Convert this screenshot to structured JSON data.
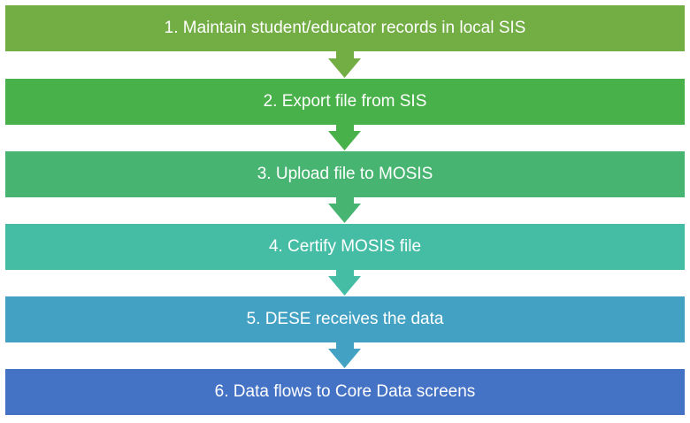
{
  "steps": [
    {
      "label": "1. Maintain student/educator records in local SIS",
      "color": "#73AE44"
    },
    {
      "label": "2. Export file from SIS",
      "color": "#49B14A"
    },
    {
      "label": "3. Upload file to MOSIS",
      "color": "#47B571"
    },
    {
      "label": "4. Certify MOSIS file",
      "color": "#45BDA5"
    },
    {
      "label": "5. DESE receives the data",
      "color": "#43A2C4"
    },
    {
      "label": "6. Data flows to Core Data screens",
      "color": "#4472C4"
    }
  ]
}
